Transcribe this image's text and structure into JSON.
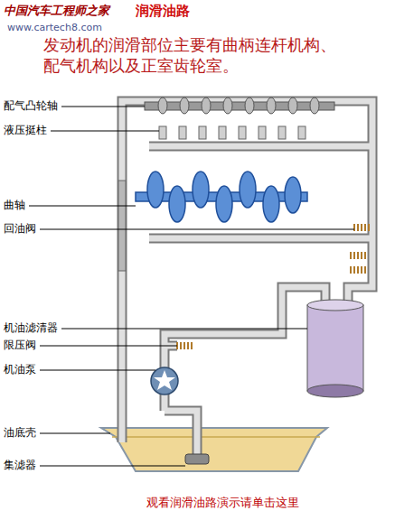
{
  "diagram": {
    "title": "润滑油路",
    "caption": "观看润滑油路演示请单击这里",
    "labels": [
      "中国汽车工程师之家",
      "www.cartech8.com",
      "发动机的润滑部位主要有曲柄连杆机构、配气机构以及正室齿轮室。",
      "配气凸轮轴",
      "液压挺柱",
      "曲轴",
      "回油阀",
      "机油滤清器",
      "限压阀",
      "机油泵",
      "油底壳",
      "集滤器"
    ]
  }
}
